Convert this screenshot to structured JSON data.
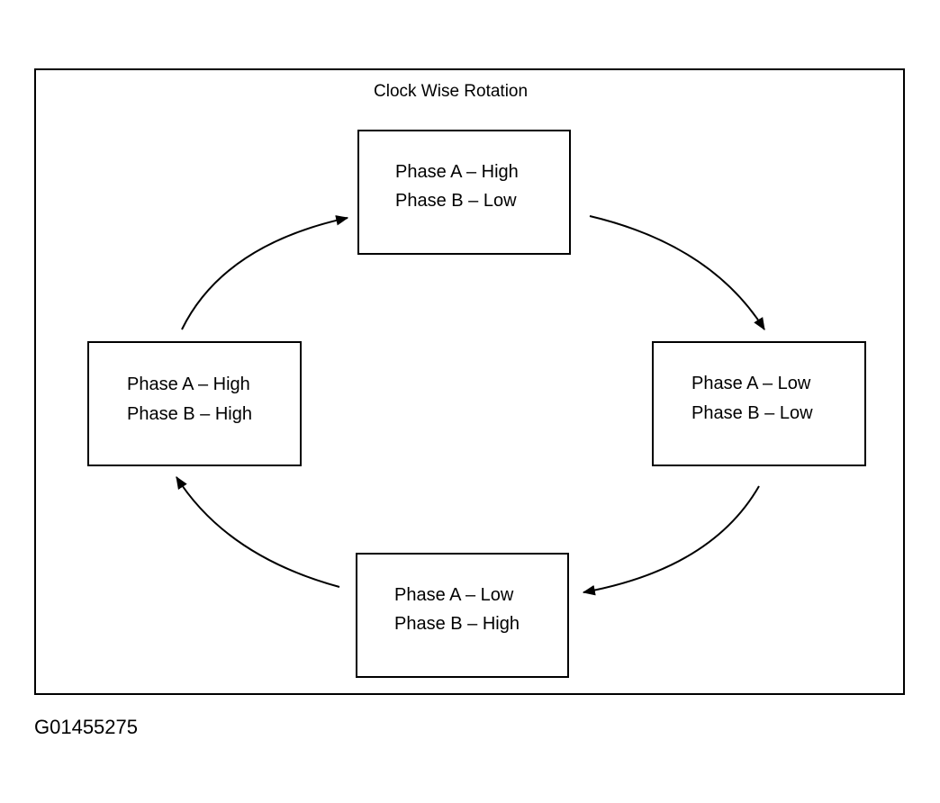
{
  "title": "Clock Wise Rotation",
  "states": [
    {
      "line1": "Phase A – High",
      "line2": "Phase B – Low"
    },
    {
      "line1": "Phase A – Low",
      "line2": "Phase B – Low"
    },
    {
      "line1": "Phase A – Low",
      "line2": "Phase B – High"
    },
    {
      "line1": "Phase A – High",
      "line2": "Phase B – High"
    }
  ],
  "figure_id": "G01455275",
  "colors": {
    "ink": "#000000",
    "background": "#ffffff"
  }
}
